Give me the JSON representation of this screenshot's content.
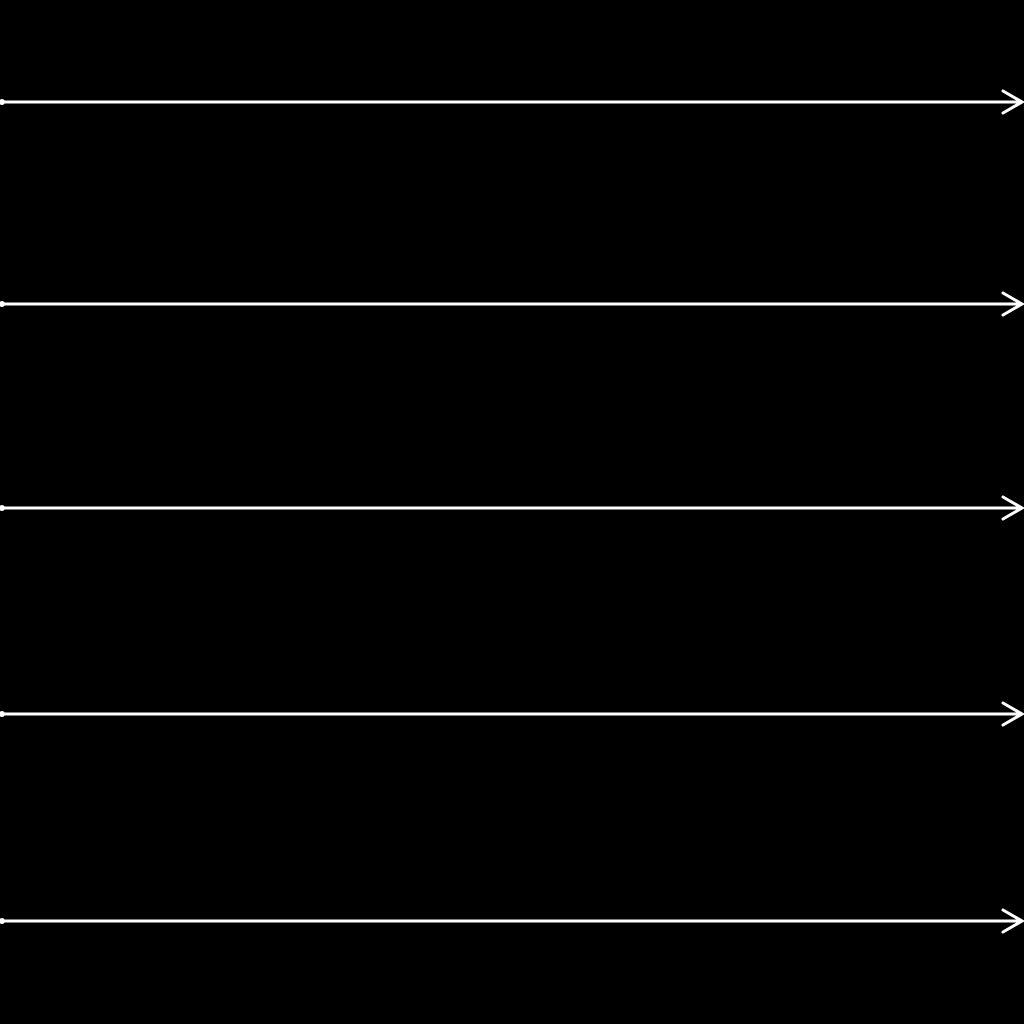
{
  "diagram": {
    "background_color": "#000000",
    "stroke_color": "#ffffff",
    "arrows": [
      {
        "id": 1,
        "direction": "right",
        "tail": "dot",
        "head": "open-chevron"
      },
      {
        "id": 2,
        "direction": "right",
        "tail": "dot",
        "head": "open-chevron"
      },
      {
        "id": 3,
        "direction": "right",
        "tail": "dot",
        "head": "open-chevron"
      },
      {
        "id": 4,
        "direction": "right",
        "tail": "dot",
        "head": "open-chevron"
      },
      {
        "id": 5,
        "direction": "right",
        "tail": "dot",
        "head": "open-chevron"
      }
    ]
  }
}
